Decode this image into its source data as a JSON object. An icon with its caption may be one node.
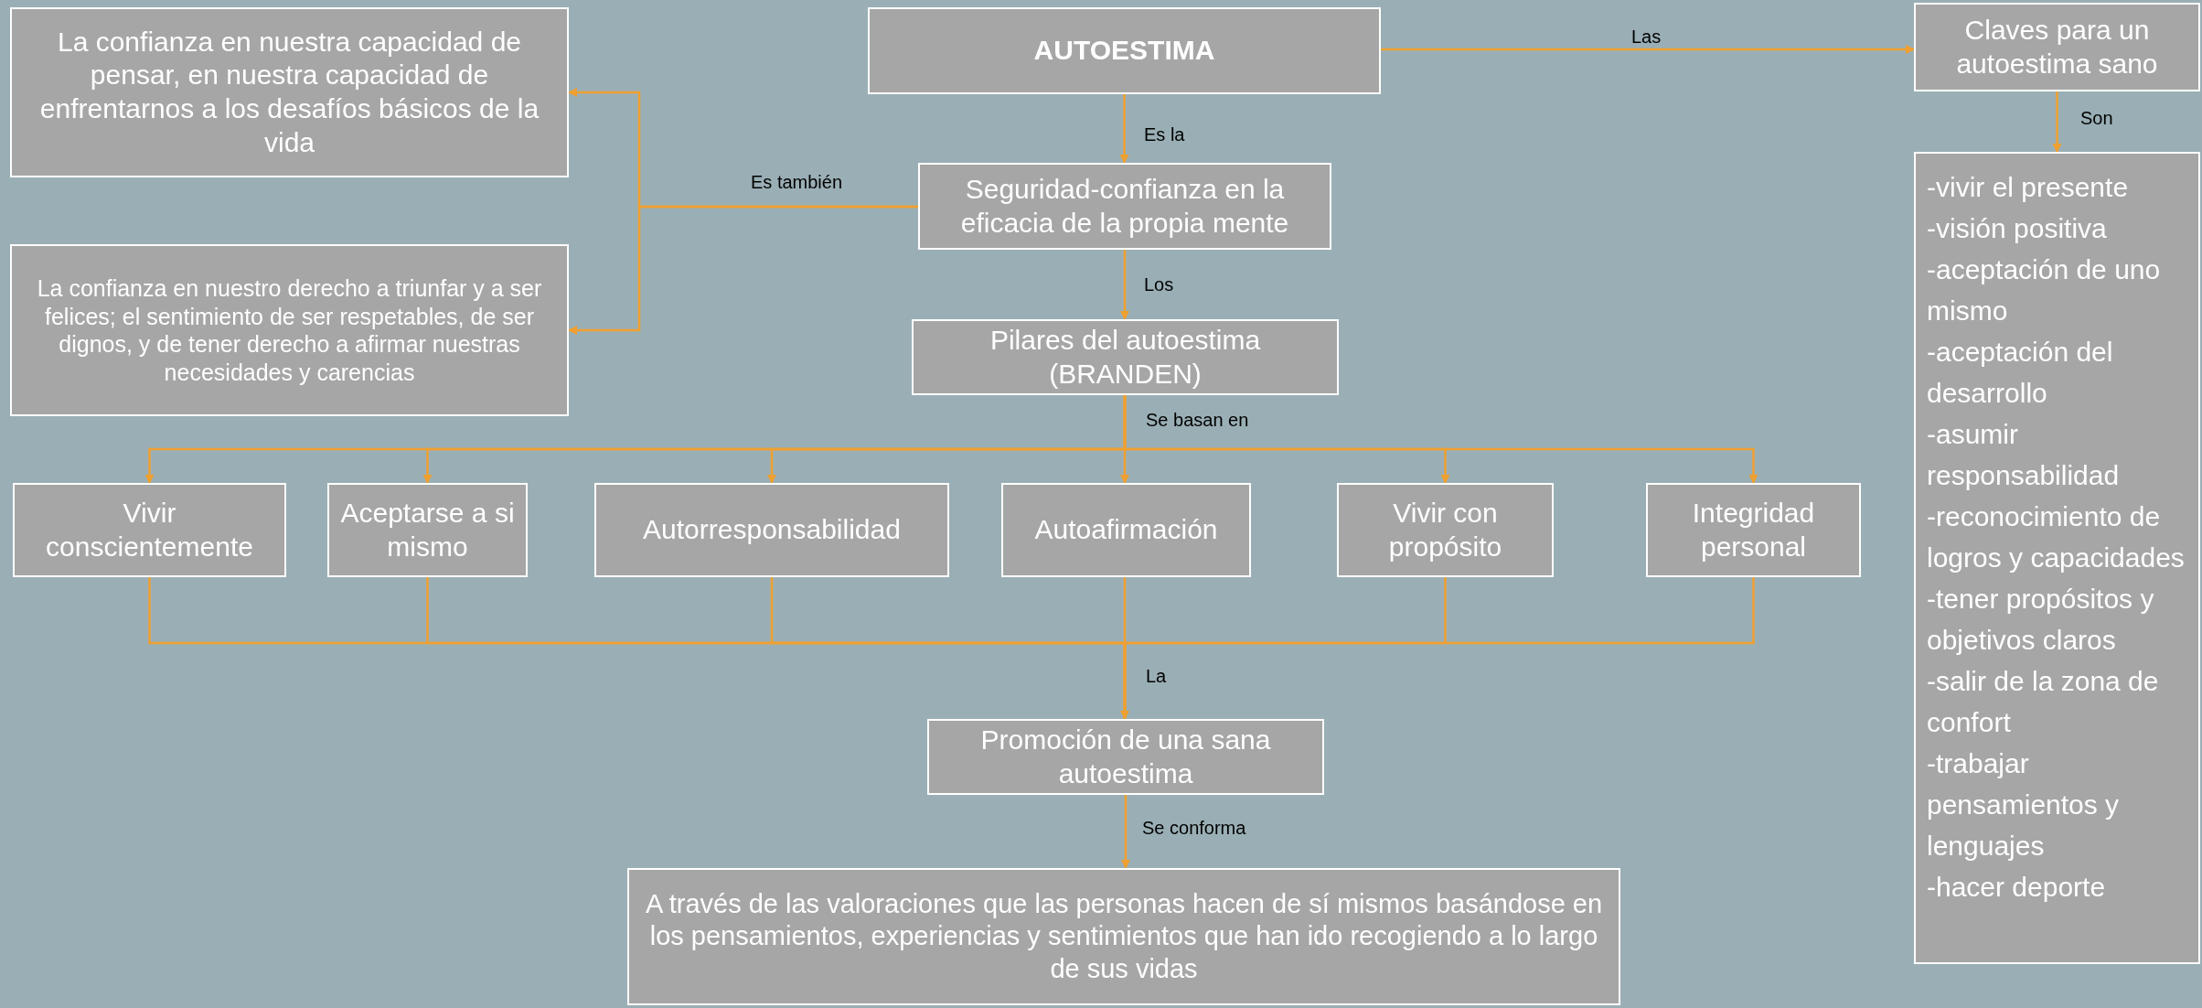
{
  "diagram": {
    "nodes": [
      {
        "text": [
          "AUTOESTIMA"
        ]
      },
      {
        "text": [
          "Claves para un autoestima sano"
        ]
      },
      {
        "text": [
          "La confianza en nuestra capacidad de pensar, en nuestra capacidad de enfrentarnos a los desafíos básicos de la vida"
        ]
      },
      {
        "text": [
          "Seguridad-confianza en la eficacia de la propia mente"
        ]
      },
      {
        "text": [
          "La confianza en nuestro derecho a triunfar y a ser felices; el sentimiento de ser respetables, de ser dignos, y de tener derecho a afirmar nuestras necesidades y carencias"
        ]
      },
      {
        "text": [
          "Pilares del autoestima (BRANDEN)"
        ]
      },
      {
        "text": [
          "-vivir el presente",
          "-visión positiva",
          "-aceptación de uno mismo",
          "-aceptación del desarrollo",
          "-asumir responsabilidad",
          "-reconocimiento de logros y capacidades",
          "-tener propósitos y objetivos claros",
          "-salir de la zona de confort",
          "-trabajar pensamientos y lenguajes",
          "-hacer deporte"
        ]
      },
      {
        "text": [
          "Vivir conscientemente"
        ]
      },
      {
        "text": [
          "Aceptarse a si mismo"
        ]
      },
      {
        "text": [
          "Autorresponsabilidad"
        ]
      },
      {
        "text": [
          "Autoafirmación"
        ]
      },
      {
        "text": [
          "Vivir con propósito"
        ]
      },
      {
        "text": [
          "Integridad personal"
        ]
      },
      {
        "text": [
          "Promoción de una sana autoestima"
        ]
      },
      {
        "text": [
          "A través de las valoraciones que las personas hacen de sí mismos basándose en los pensamientos, experiencias y sentimientos que han ido recogiendo a lo largo de sus vidas"
        ]
      }
    ],
    "edges": [
      {
        "from": 0,
        "to": 1,
        "arrow": "to",
        "label": "Las"
      },
      {
        "from": 1,
        "to": 6,
        "arrow": "to",
        "label": "Son"
      },
      {
        "from": 0,
        "to": 3,
        "arrow": "to",
        "label": "Es la"
      },
      {
        "from": 3,
        "to": 2,
        "arrow": "to",
        "label": "Es también"
      },
      {
        "from": 3,
        "to": 4,
        "arrow": "to"
      },
      {
        "from": 3,
        "to": 5,
        "arrow": "to",
        "label": "Los"
      },
      {
        "from": 5,
        "to": 7,
        "arrow": "to"
      },
      {
        "from": 5,
        "to": 8,
        "arrow": "to"
      },
      {
        "from": 5,
        "to": 9,
        "arrow": "to"
      },
      {
        "from": 5,
        "to": 10,
        "arrow": "to",
        "label": "Se basan en"
      },
      {
        "from": 5,
        "to": 11,
        "arrow": "to"
      },
      {
        "from": 5,
        "to": 12,
        "arrow": "to"
      },
      {
        "from": 7,
        "to": 13,
        "arrow": "none"
      },
      {
        "from": 8,
        "to": 13,
        "arrow": "none"
      },
      {
        "from": 9,
        "to": 13,
        "arrow": "none"
      },
      {
        "from": 10,
        "to": 13,
        "arrow": "to",
        "label": "La"
      },
      {
        "from": 11,
        "to": 13,
        "arrow": "none"
      },
      {
        "from": 12,
        "to": 13,
        "arrow": "none"
      },
      {
        "from": 13,
        "to": 14,
        "arrow": "to",
        "label": "Se conforma"
      }
    ]
  }
}
